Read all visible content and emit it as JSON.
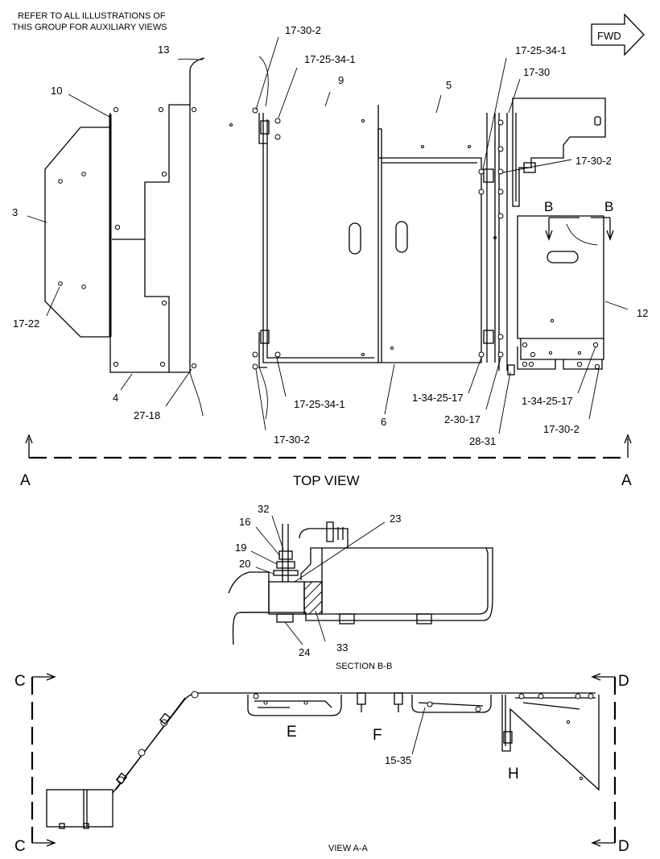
{
  "notes": [
    "REFER TO ALL ILLUSTRATIONS OF",
    "THIS GROUP FOR AUXILIARY VIEWS"
  ],
  "fwd_label": "FWD",
  "views": {
    "top_view": "TOP VIEW",
    "section_bb": "SECTION B-B",
    "view_aa": "VIEW  A-A"
  },
  "section_letters": {
    "a_left": "A",
    "a_right": "A",
    "b_left": "B",
    "b_right": "B",
    "c_top": "C",
    "c_bottom": "C",
    "d_top": "D",
    "d_bottom": "D"
  },
  "zone_letters": {
    "e": "E",
    "f": "F",
    "h": "H"
  },
  "callouts": {
    "c13": "13",
    "c10": "10",
    "c3": "3",
    "c17_22": "17-22",
    "c4": "4",
    "c27_18": "27-18",
    "c17_30_2_top": "17-30-2",
    "c17_25_34_1_top": "17-25-34-1",
    "c9": "9",
    "c17_25_34_1_bottom": "17-25-34-1",
    "c17_30_2_bottom": "17-30-2",
    "c5": "5",
    "c6": "6",
    "c17_25_34_1_right": "17-25-34-1",
    "c17_30": "17-30",
    "c17_30_2_right": "17-30-2",
    "c12": "12",
    "c1_34_25_17_mid": "1-34-25-17",
    "c2_30_17": "2-30-17",
    "c28_31": "28-31",
    "c1_34_25_17_right": "1-34-25-17",
    "c17_30_2_br": "17-30-2",
    "c32": "32",
    "c16": "16",
    "c19": "19",
    "c20": "20",
    "c23": "23",
    "c24": "24",
    "c33": "33",
    "c15_35": "15-35"
  }
}
